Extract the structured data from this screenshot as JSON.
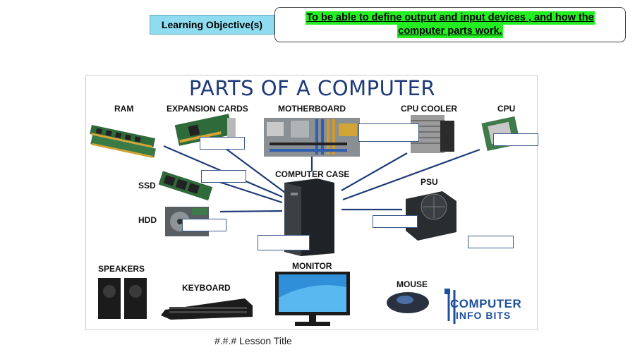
{
  "header": {
    "objective_label": "Learning Objective(s)",
    "objective_line1": "To be able to define output and input devices , and how the",
    "objective_line2": "computer parts work."
  },
  "diagram": {
    "title": "PARTS OF A COMPUTER",
    "labels": {
      "ram": "RAM",
      "expansion_cards": "EXPANSION CARDS",
      "motherboard": "MOTHERBOARD",
      "cpu_cooler": "CPU COOLER",
      "cpu": "CPU",
      "ssd": "SSD",
      "computer_case": "COMPUTER CASE",
      "psu": "PSU",
      "hdd": "HDD",
      "speakers": "SPEAKERS",
      "keyboard": "KEYBOARD",
      "monitor": "MONITOR",
      "mouse": "MOUSE"
    },
    "logo": {
      "line1": "COMPUTER",
      "line2": "INFO BITS"
    },
    "colors": {
      "title": "#1e3a78",
      "connector": "#1f3c78",
      "logo_blue": "#1e4f9c"
    }
  },
  "footer": {
    "lesson_title": "#.#.# Lesson Title"
  }
}
